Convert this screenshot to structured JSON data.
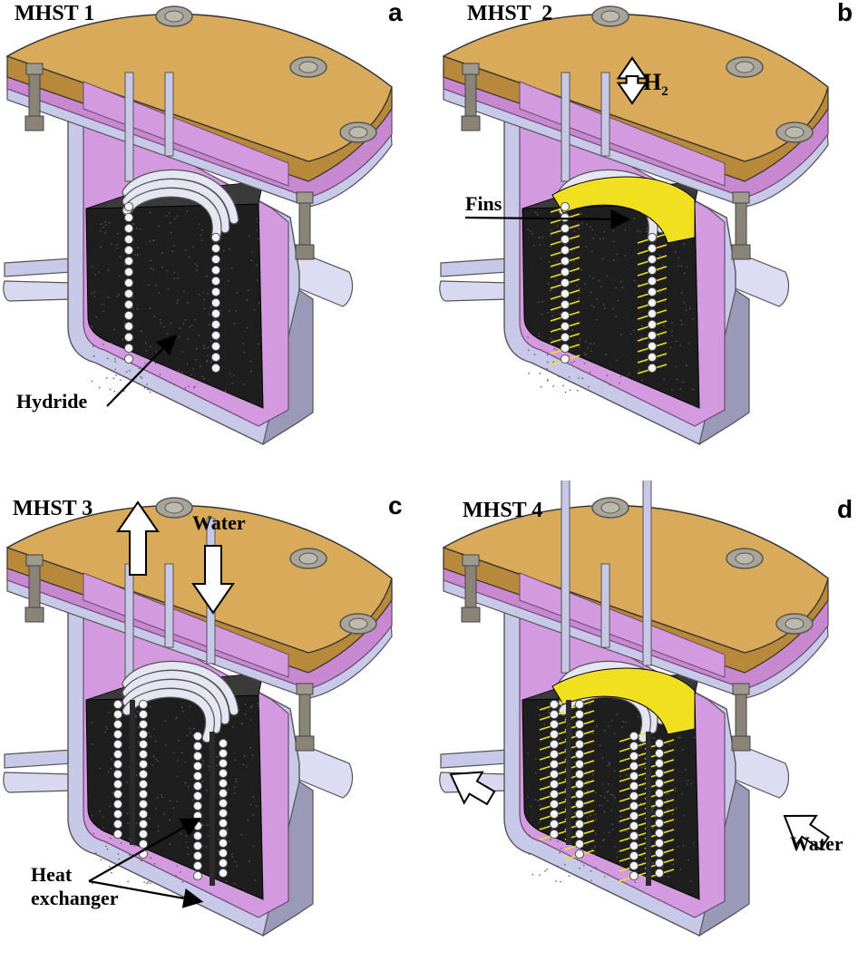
{
  "colors": {
    "lid": "#d8aa5a",
    "lid_edge": "#b8893a",
    "flange": "#c888d0",
    "interior": "#d49ae0",
    "steel": "#c8c8e8",
    "steel_dark": "#9a9ab8",
    "hydride": "#1e1e1e",
    "fins": "#f0e020",
    "tube": "#e6e6f2",
    "bolt": "#8a8478"
  },
  "panels": [
    {
      "id": "a",
      "title": "MHST 1",
      "letter": "a",
      "labels": {
        "hydride": "Hydride"
      }
    },
    {
      "id": "b",
      "title": "MHST  2",
      "letter": "b",
      "labels": {
        "fins": "Fins",
        "h2": "H",
        "h2_sub": "2"
      }
    },
    {
      "id": "c",
      "title": "MHST 3",
      "letter": "c",
      "labels": {
        "water": "Water",
        "heat_exchanger": "Heat\nexchanger"
      }
    },
    {
      "id": "d",
      "title": "MHST 4",
      "letter": "d",
      "labels": {
        "water": "Water"
      }
    }
  ]
}
